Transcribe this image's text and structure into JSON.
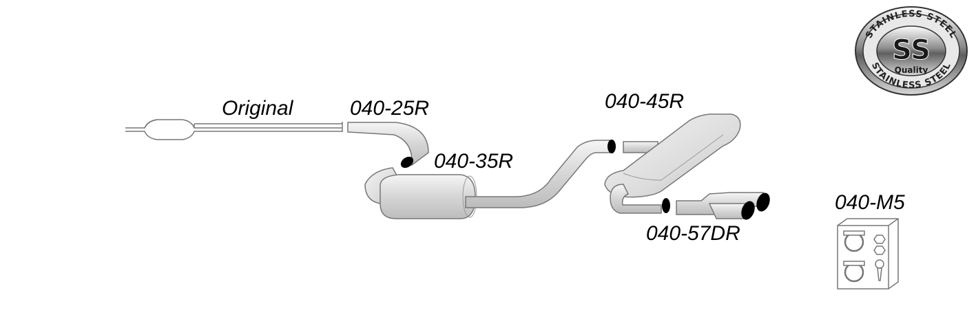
{
  "parts": {
    "original": "Original",
    "front_pipe": "040-25R",
    "middle_silencer": "040-35R",
    "rear_silencer": "040-45R",
    "tailpipes": "040-57DR",
    "mounting_kit": "040-M5"
  },
  "logo": {
    "ring_top": "STAINLESS STEEL",
    "ring_bottom": "STAINLESS STEEL",
    "center": "SS",
    "sub": "Quality"
  },
  "colors": {
    "pipe_fill": "#e3e3e3",
    "pipe_outline": "#777777",
    "outlet": "#000000",
    "logo_metal": "#9a9a9a"
  }
}
